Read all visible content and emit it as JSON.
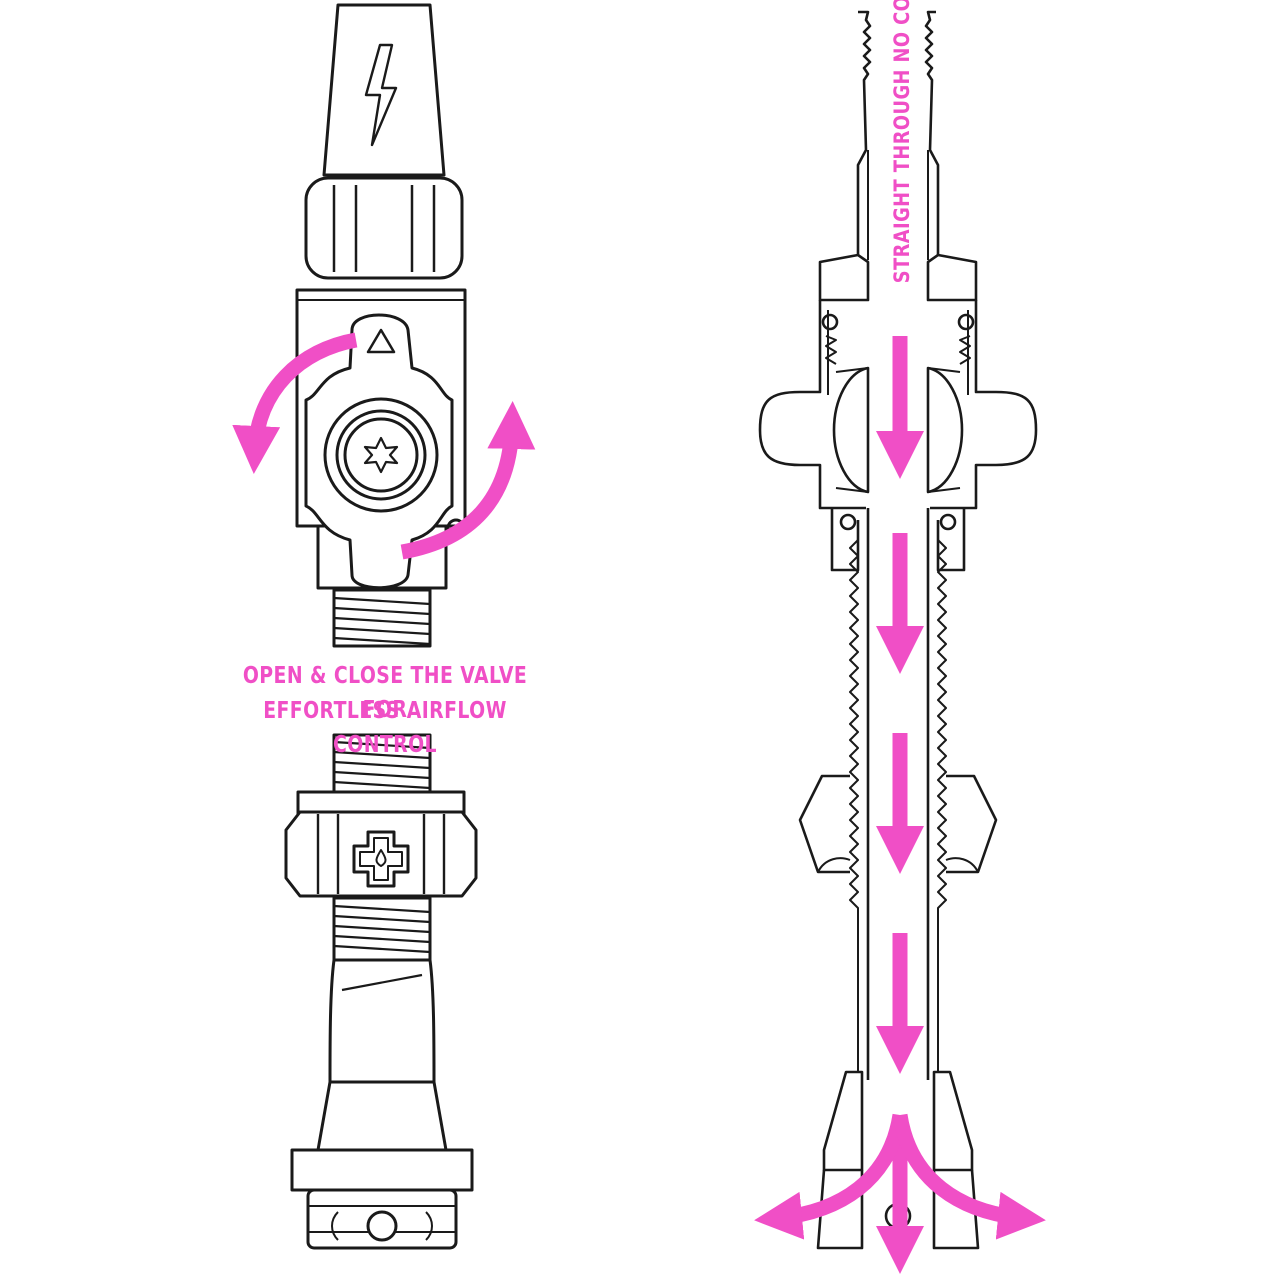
{
  "colors": {
    "accent": "#f04fc6",
    "line": "#1a1a1a",
    "background": "#ffffff"
  },
  "left_valve": {
    "caption_line_1": "OPEN & CLOSE THE VALVE FOR",
    "caption_line_2": "EFFORTLESS AIRFLOW CONTROL",
    "cap_icon": "lightning-bolt-icon",
    "lock_nut_icon": "cross-drop-logo-icon",
    "screw_icon": "torx-star-icon"
  },
  "right_valve": {
    "vertical_label": "STRAIGHT THROUGH NO CORE"
  }
}
